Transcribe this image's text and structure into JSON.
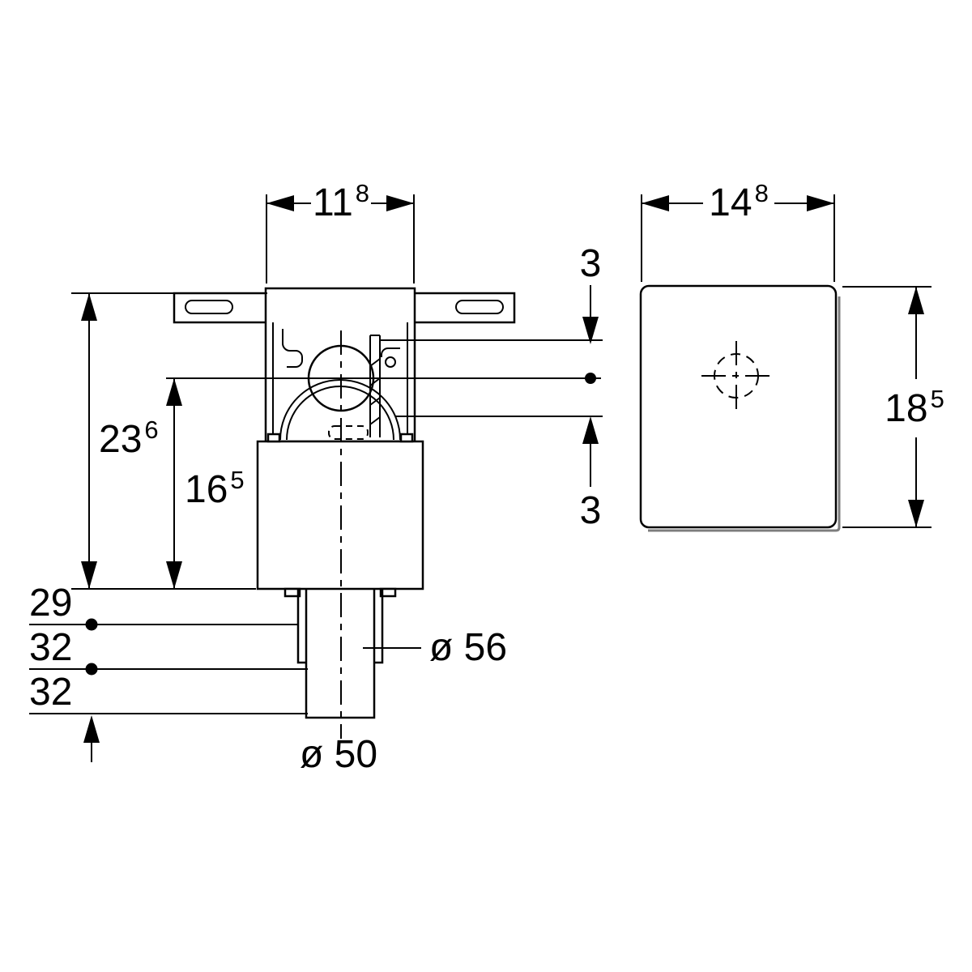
{
  "colors": {
    "line": "#000000",
    "background": "#ffffff",
    "shadow": "#7d7d7d"
  },
  "dimensions": {
    "width_front": {
      "main": "11",
      "sup": "8"
    },
    "width_plate": {
      "main": "14",
      "sup": "8"
    },
    "height_total": {
      "main": "23",
      "sup": "6"
    },
    "height_body": {
      "main": "16",
      "sup": "5"
    },
    "offset_above": "3",
    "offset_below": "3",
    "height_plate": {
      "main": "18",
      "sup": "5"
    },
    "level_top": "29",
    "level_mid": "32",
    "level_bottom": "32",
    "diameter_socket": "ø 56",
    "diameter_outlet": "ø 50"
  }
}
